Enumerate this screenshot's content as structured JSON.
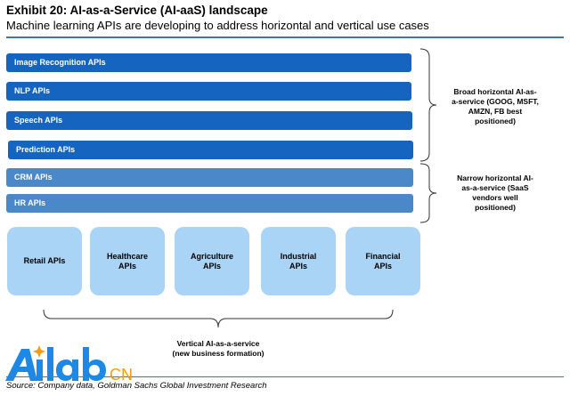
{
  "header": {
    "title": "Exhibit 20: AI-as-a-Service (AI-aaS) landscape",
    "subtitle": "Machine learning APIs are developing to address horizontal and vertical use cases"
  },
  "broad_apis": [
    "Image Recognition APIs",
    "NLP APIs",
    "Speech APIs",
    "Prediction APIs"
  ],
  "narrow_apis": [
    "CRM APIs",
    "HR APIs"
  ],
  "vertical_apis": [
    [
      "Retail APIs"
    ],
    [
      "Healthcare",
      "APIs"
    ],
    [
      "Agriculture",
      "APIs"
    ],
    [
      "Industrial",
      "APIs"
    ],
    [
      "Financial",
      "APIs"
    ]
  ],
  "labels": {
    "broad": [
      "Broad horizontal AI-as-",
      "a-service (GOOG, MSFT,",
      "AMZN, FB best",
      "positioned)"
    ],
    "narrow": [
      "Narrow horizontal AI-",
      "as-a-service (SaaS",
      "vendors well",
      "positioned)"
    ],
    "vertical": [
      "Vertical AI-as-a-service",
      "(new business formation)"
    ]
  },
  "source": "Source: Company data, Goldman Sachs Global Investment Research",
  "watermark": {
    "text": "AIlab",
    "suffix": "CN"
  },
  "colors": {
    "broad_bar": "#1565c0",
    "narrow_bar": "#4a88c9",
    "vertical_box": "#a9d4f5",
    "rule": "#3a78b0",
    "watermark_blue": "#1e88e5",
    "watermark_orange": "#f39c12"
  }
}
